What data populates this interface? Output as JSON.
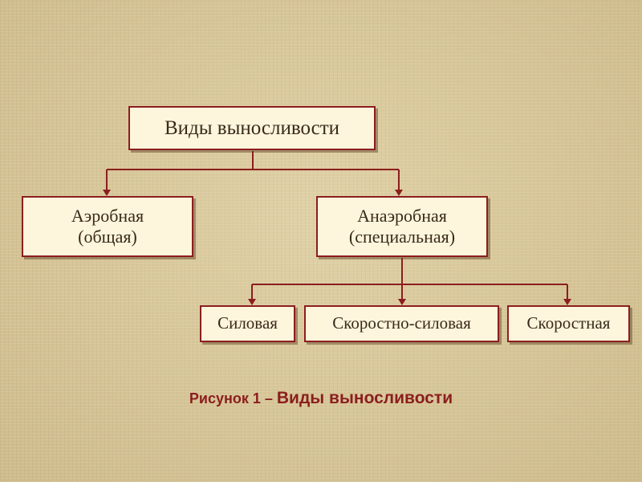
{
  "diagram": {
    "root": "Виды выносливости",
    "aerobic": {
      "line1": "Аэробная",
      "line2": "(общая)"
    },
    "anaerobic": {
      "line1": "Анаэробная",
      "line2": "(специальная)"
    },
    "subtypes": {
      "strength": "Силовая",
      "speed_strength": "Скоростно-силовая",
      "speed": "Скоростная"
    }
  },
  "caption": {
    "label": "Рисунок 1 – ",
    "title": "Виды выносливости"
  },
  "colors": {
    "border": "#8b1e1e",
    "box_fill": "#fdf6dc",
    "text": "#3a2a1a",
    "caption": "#8b1e1e"
  }
}
